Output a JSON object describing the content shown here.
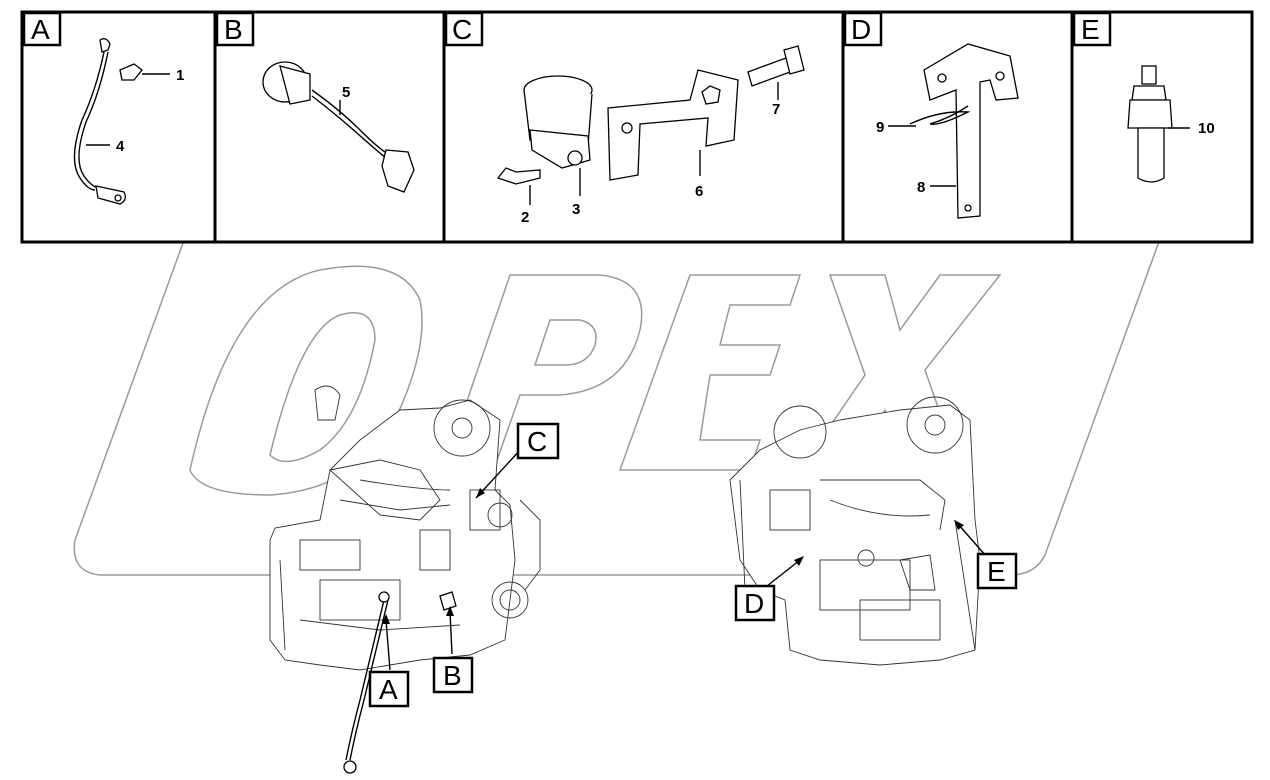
{
  "panels": [
    {
      "letter": "A",
      "numbers": [
        "1",
        "4"
      ]
    },
    {
      "letter": "B",
      "numbers": [
        "5"
      ]
    },
    {
      "letter": "C",
      "numbers": [
        "2",
        "3",
        "6",
        "7"
      ]
    },
    {
      "letter": "D",
      "numbers": [
        "9",
        "8"
      ]
    },
    {
      "letter": "E",
      "numbers": [
        "10"
      ]
    }
  ],
  "engine_tags": {
    "A": "A",
    "B": "B",
    "C": "C",
    "D": "D",
    "E": "E"
  },
  "watermark": "OPEX"
}
